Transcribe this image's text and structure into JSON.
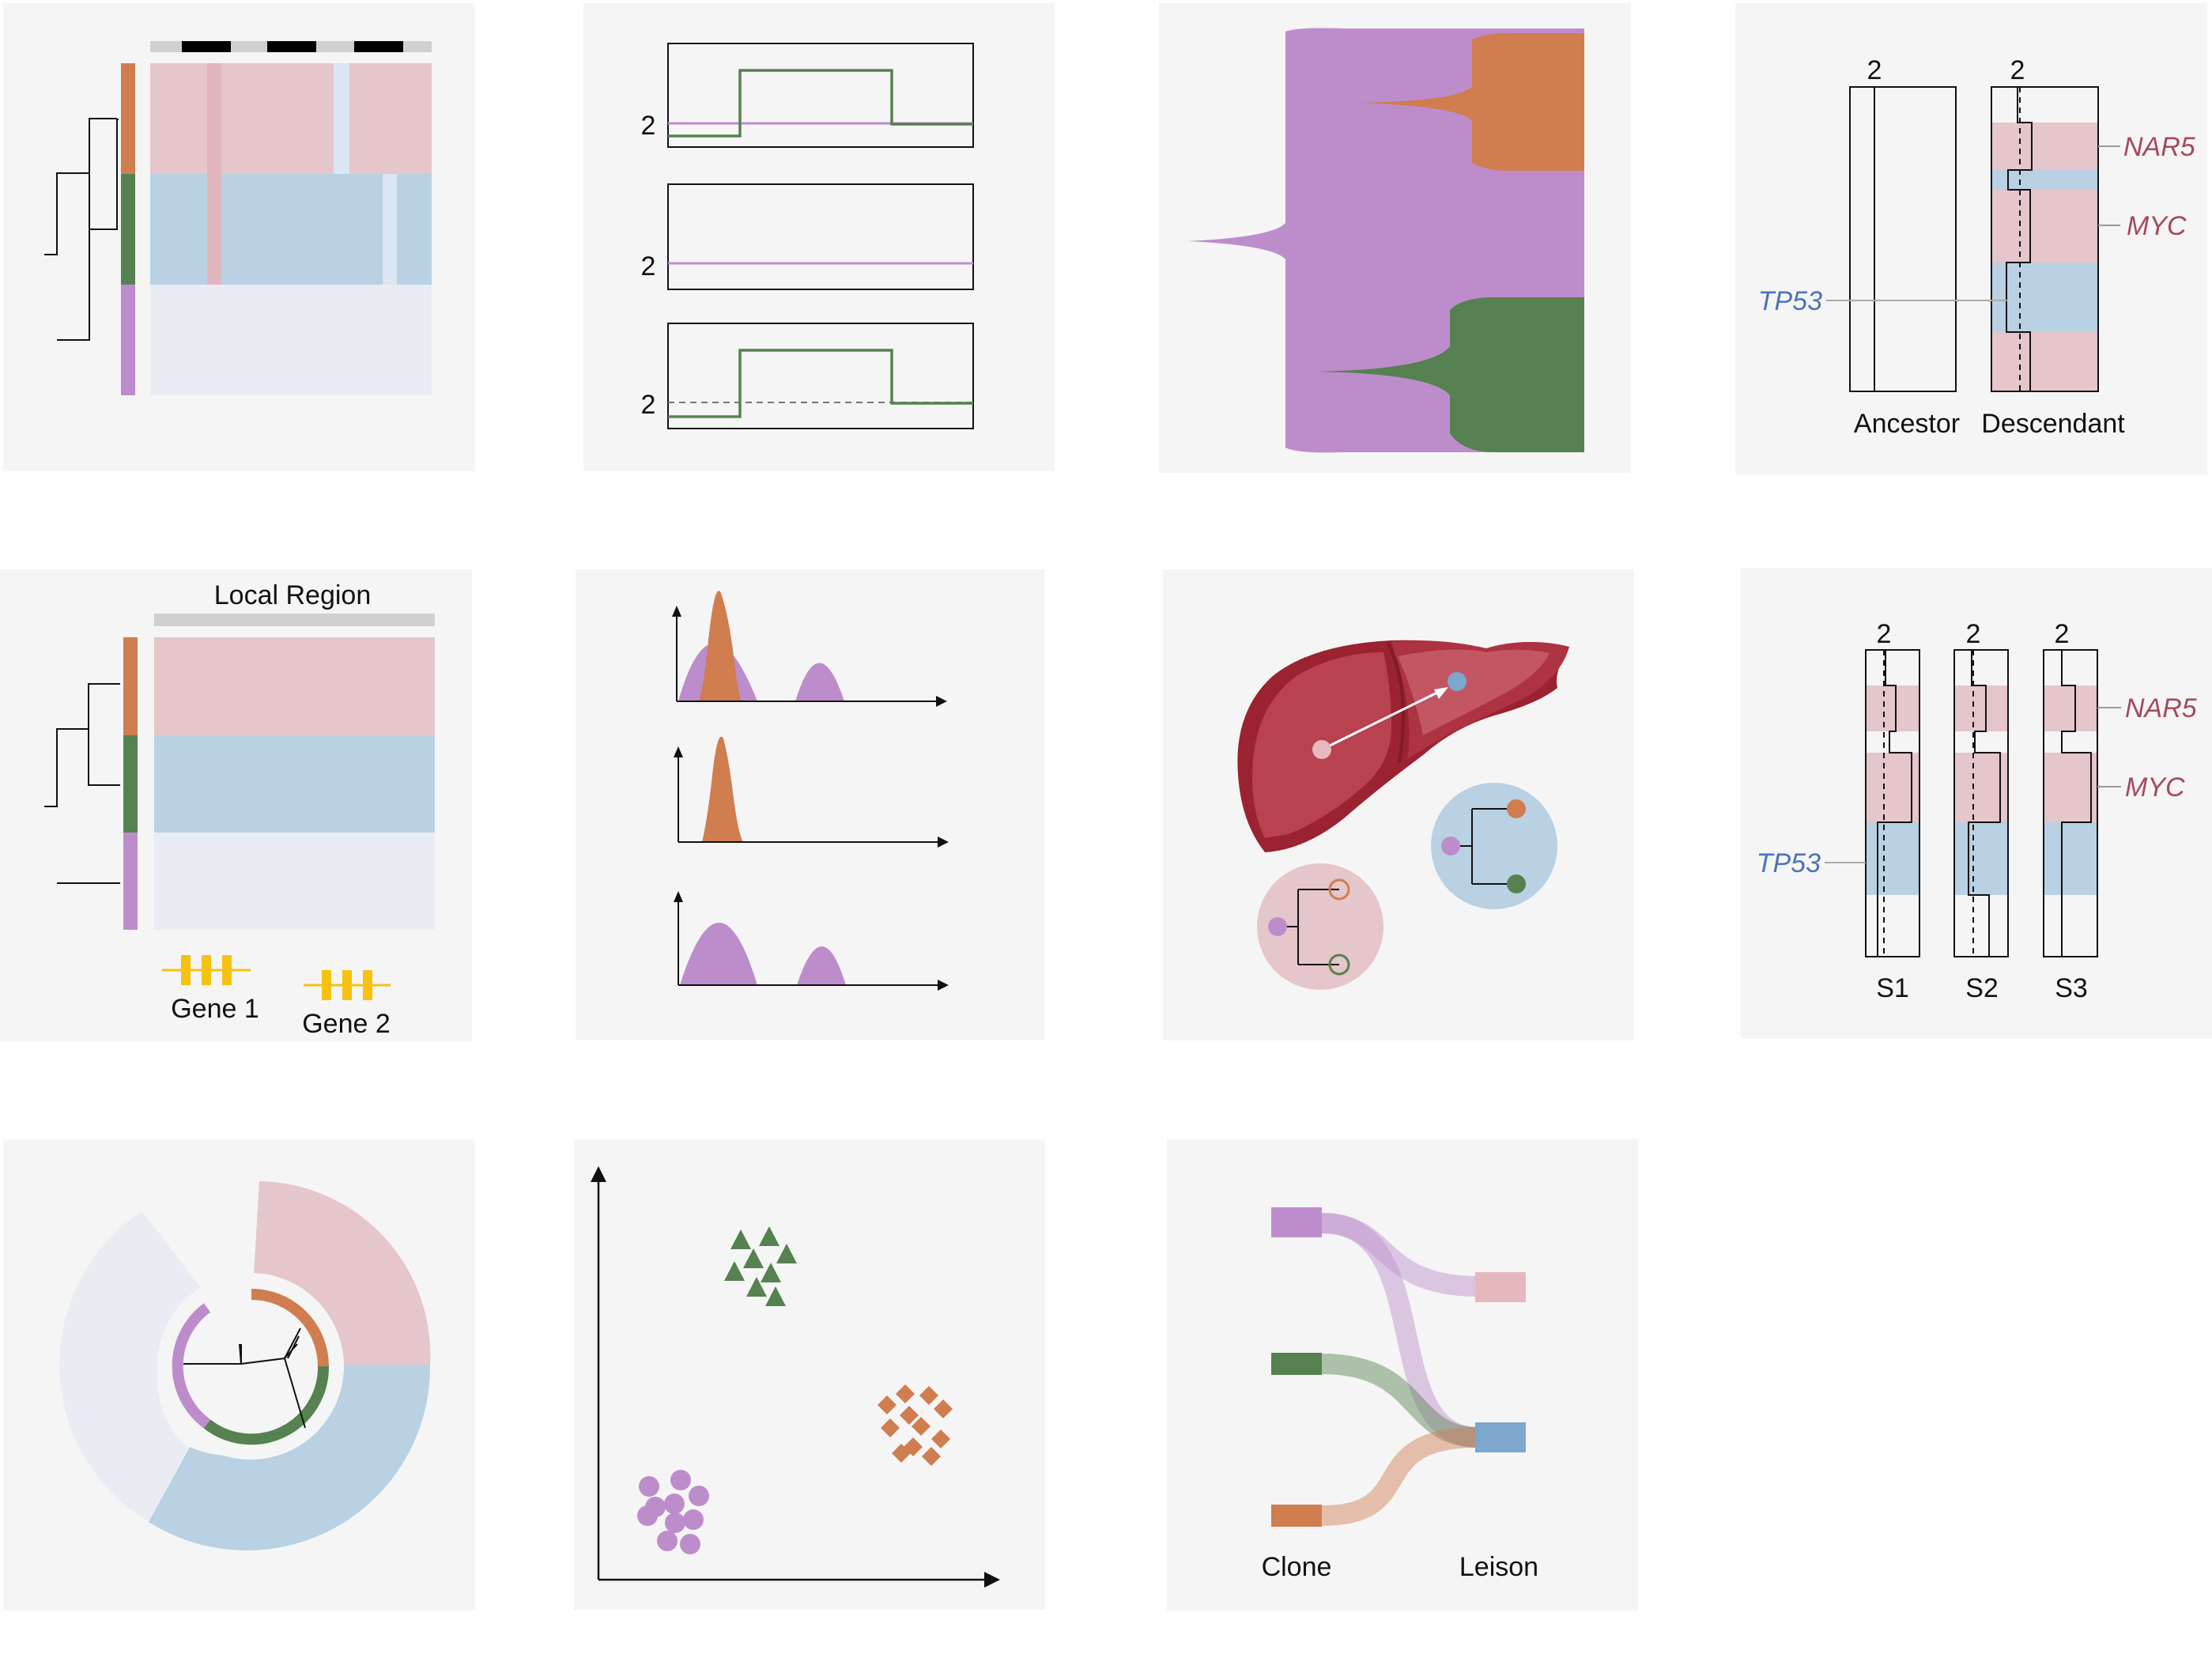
{
  "colors": {
    "panel_bg": "#f5f5f5",
    "clone_purple": "#bd8dcb",
    "clone_orange": "#d07d50",
    "clone_green": "#568150",
    "gain_pink": "#e5c6ca",
    "loss_blue": "#b9d1e2",
    "neutral": "#e9ecf3",
    "gene_pink_text": "#a34a5c",
    "gene_blue_text": "#4a74ba",
    "gene_yellow": "#f6c20f",
    "liver_red": "#9b2230",
    "leison_blue": "#7ba8cc"
  },
  "panels": {
    "heatmap_chromosome": {},
    "cnv_profiles": {
      "ploidy_labels": [
        "2",
        "2",
        "2"
      ]
    },
    "fishplot": {},
    "ancestor_descendant": {
      "ploidy_labels": [
        "2",
        "2"
      ],
      "genes": [
        "NAR5",
        "MYC",
        "TP53"
      ],
      "labels": [
        "Ancestor",
        "Descendant"
      ]
    },
    "local_region": {
      "title": "Local Region",
      "genes": [
        "Gene 1",
        "Gene 2"
      ]
    },
    "density": {},
    "liver_metastasis": {},
    "samples_cnv": {
      "ploidy_labels": [
        "2",
        "2",
        "2"
      ],
      "genes": [
        "NAR5",
        "MYC",
        "TP53"
      ],
      "samples": [
        "S1",
        "S2",
        "S3"
      ]
    },
    "circular_tree": {},
    "scatter_clusters": {},
    "sankey": {
      "labels": [
        "Clone",
        "Leison"
      ]
    }
  }
}
